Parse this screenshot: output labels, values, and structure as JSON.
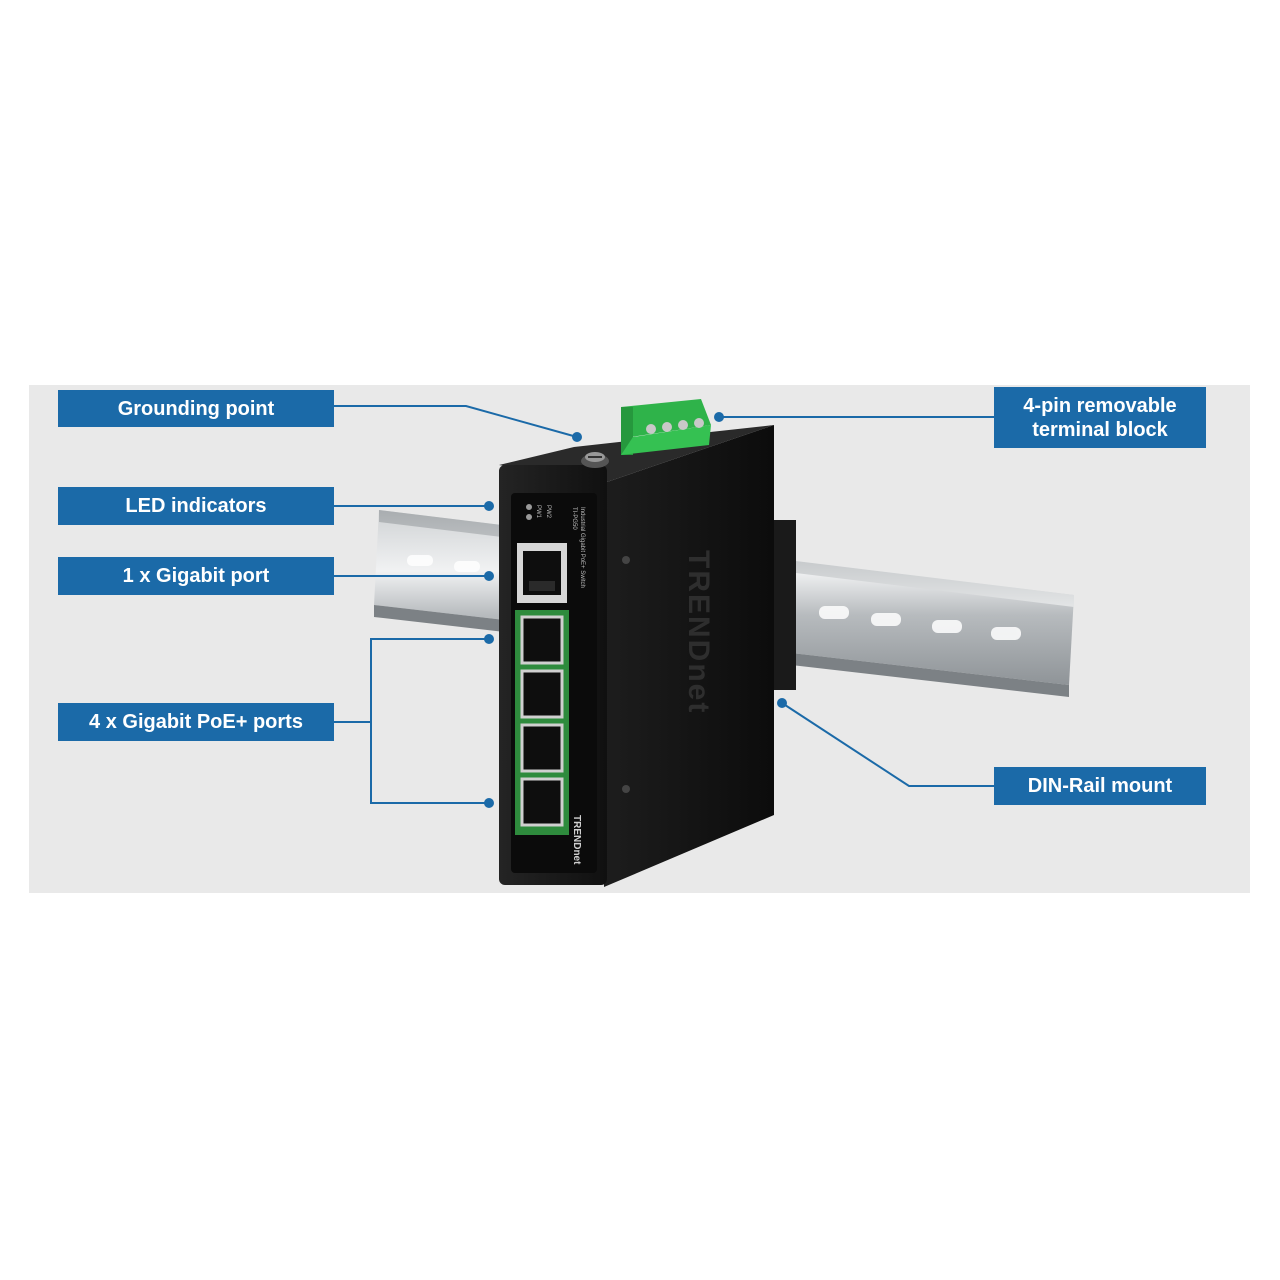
{
  "callouts": {
    "grounding": "Grounding point",
    "led": "LED indicators",
    "gigabit_port": "1 x Gigabit port",
    "poe_ports": "4 x Gigabit PoE+ ports",
    "terminal_line1": "4-pin removable",
    "terminal_line2": "terminal block",
    "din_rail": "DIN-Rail mount"
  },
  "device": {
    "brand": "TRENDnet",
    "model_line1": "Industrial Gigabit PoE+ Switch",
    "model_line2": "TI-PG50",
    "led_pw1": "PW1",
    "led_pw2": "PW2"
  },
  "colors": {
    "callout_bg": "#1b6aa8",
    "leader_line": "#1b6aa8",
    "panel_bg": "#e9e9e9",
    "switch_body": "#141414",
    "terminal_block": "#2fb34a",
    "poe_green": "#2e8b3d"
  }
}
